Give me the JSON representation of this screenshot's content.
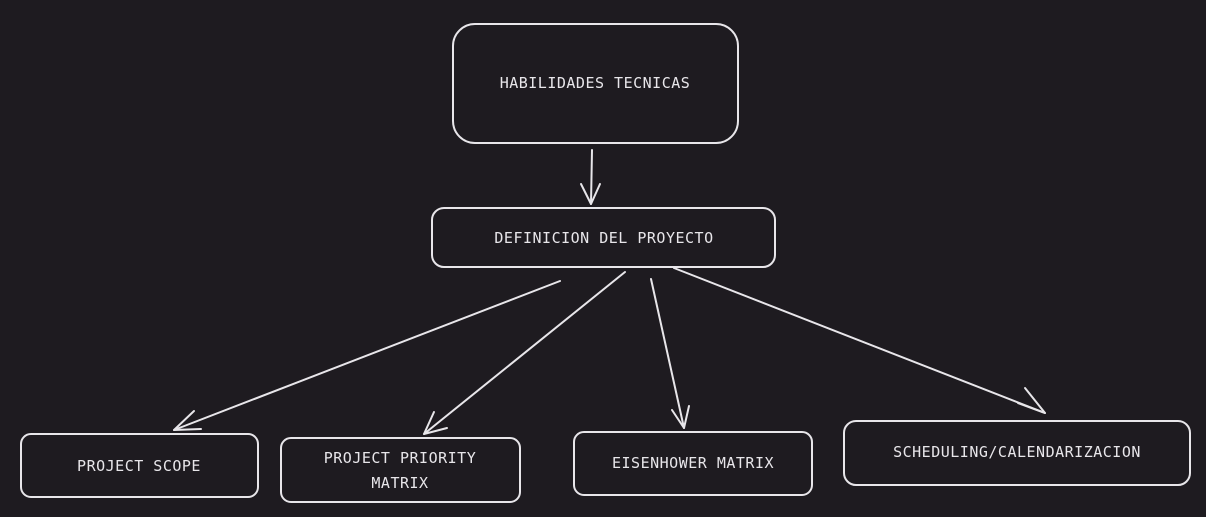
{
  "diagram": {
    "background": "#1e1b20",
    "stroke_color": "#e8e6ea",
    "nodes": {
      "habilidades": {
        "label_lines": [
          "HABILIDADES TECNICAS"
        ]
      },
      "definicion": {
        "label_lines": [
          "DEFINICION DEL PROYECTO"
        ]
      },
      "scope": {
        "label_lines": [
          "PROJECT SCOPE"
        ]
      },
      "priority": {
        "label_lines": [
          "PROJECT PRIORITY",
          "MATRIX"
        ]
      },
      "eisenhower": {
        "label_lines": [
          "EISENHOWER MATRIX"
        ]
      },
      "scheduling": {
        "label_lines": [
          "SCHEDULING/CALENDARIZACION"
        ]
      }
    },
    "edges": [
      {
        "from": "habilidades",
        "to": "definicion"
      },
      {
        "from": "definicion",
        "to": "scope"
      },
      {
        "from": "definicion",
        "to": "priority"
      },
      {
        "from": "definicion",
        "to": "eisenhower"
      },
      {
        "from": "definicion",
        "to": "scheduling"
      }
    ]
  }
}
